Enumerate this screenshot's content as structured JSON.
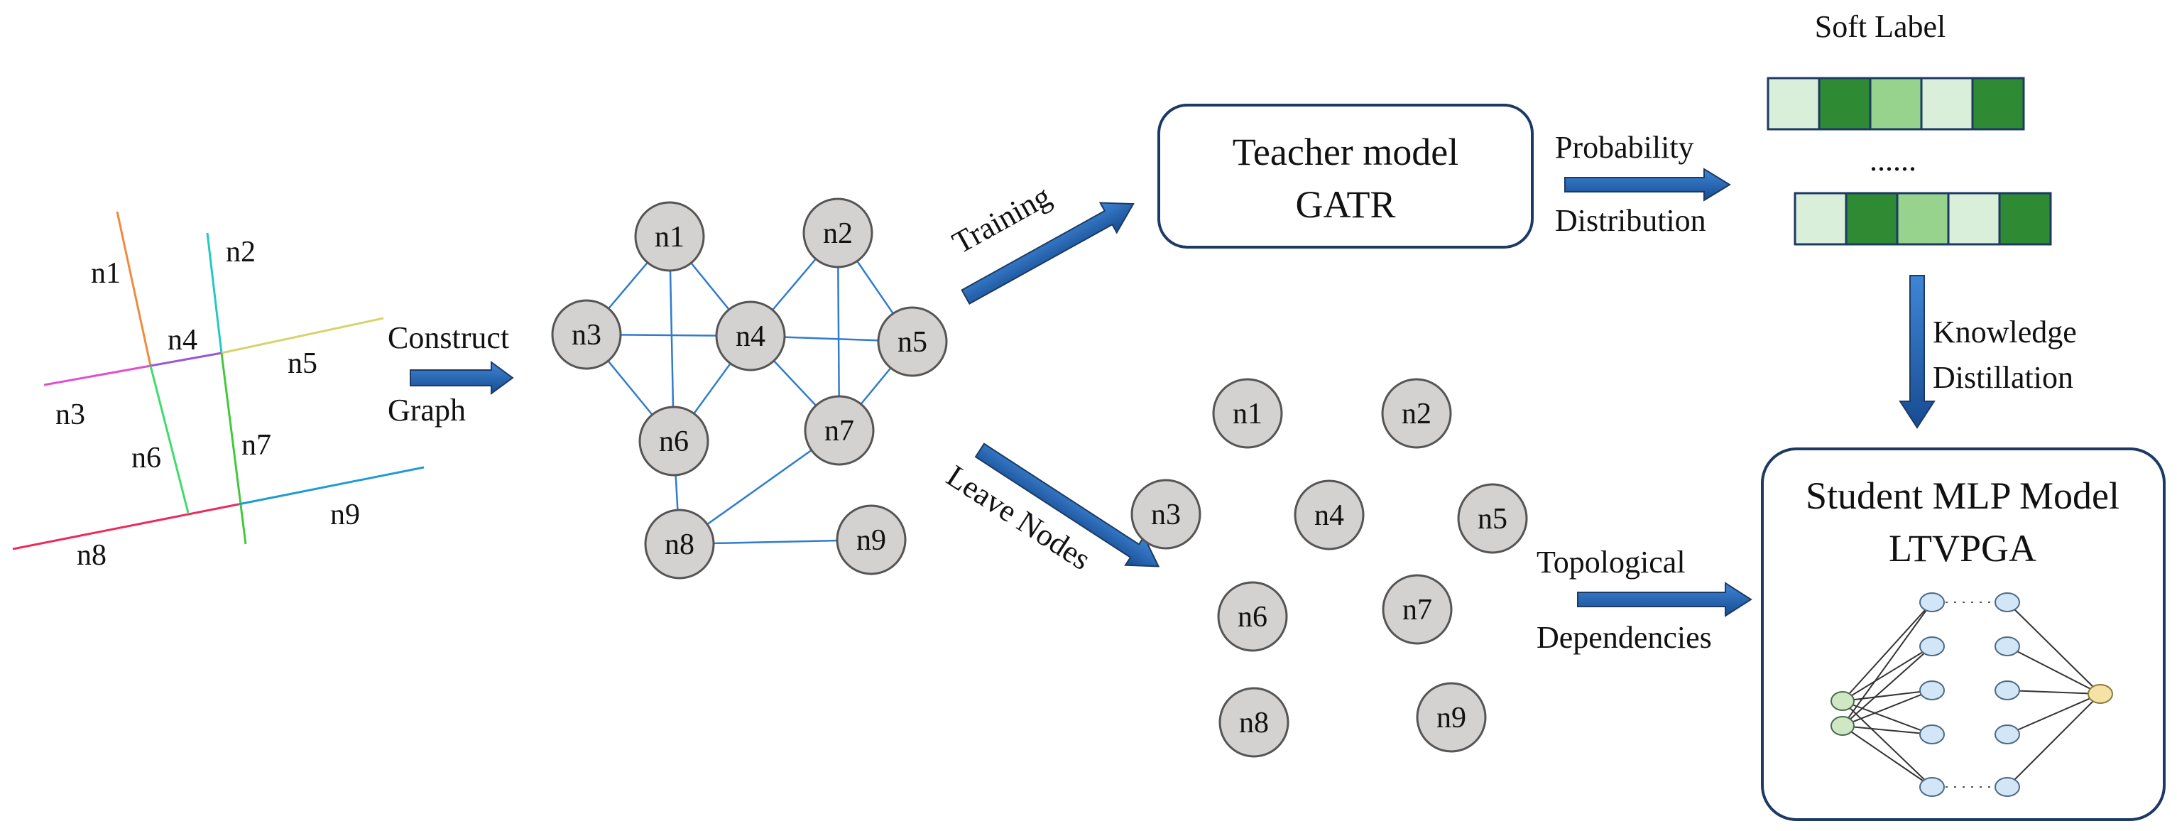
{
  "road_network": {
    "labels": [
      "n1",
      "n2",
      "n3",
      "n4",
      "n5",
      "n6",
      "n7",
      "n8",
      "n9"
    ]
  },
  "construct": {
    "line1": "Construct",
    "line2": "Graph"
  },
  "graph": {
    "nodes": [
      "n1",
      "n2",
      "n3",
      "n4",
      "n5",
      "n6",
      "n7",
      "n8",
      "n9"
    ],
    "edges": [
      [
        "n1",
        "n3"
      ],
      [
        "n1",
        "n4"
      ],
      [
        "n1",
        "n6"
      ],
      [
        "n2",
        "n4"
      ],
      [
        "n2",
        "n5"
      ],
      [
        "n2",
        "n7"
      ],
      [
        "n3",
        "n4"
      ],
      [
        "n3",
        "n6"
      ],
      [
        "n4",
        "n5"
      ],
      [
        "n4",
        "n6"
      ],
      [
        "n4",
        "n7"
      ],
      [
        "n5",
        "n7"
      ],
      [
        "n6",
        "n8"
      ],
      [
        "n7",
        "n8"
      ],
      [
        "n8",
        "n9"
      ]
    ]
  },
  "training": {
    "label": "Training"
  },
  "leave": {
    "label": "Leave Nodes"
  },
  "teacher": {
    "line1": "Teacher model",
    "line2": "GATR"
  },
  "probability": {
    "line1": "Probability",
    "line2": "Distribution"
  },
  "soft_label": {
    "title": "Soft Label",
    "ellipsis": "......",
    "colors": [
      "#d9efd9",
      "#2e8b34",
      "#97d38d",
      "#d9efd9",
      "#2e8b34"
    ]
  },
  "knowledge": {
    "line1": "Knowledge",
    "line2": "Distillation"
  },
  "isolated": {
    "nodes": [
      "n1",
      "n2",
      "n3",
      "n4",
      "n5",
      "n6",
      "n7",
      "n8",
      "n9"
    ]
  },
  "topological": {
    "line1": "Topological",
    "line2": "Dependencies"
  },
  "student": {
    "line1": "Student MLP Model",
    "line2": "LTVPGA"
  },
  "colors": {
    "arrow": "#1f5fb4",
    "node_fill": "#d4d1d1",
    "edge": "#2f7ccc",
    "box_stroke": "#1c3a63"
  }
}
